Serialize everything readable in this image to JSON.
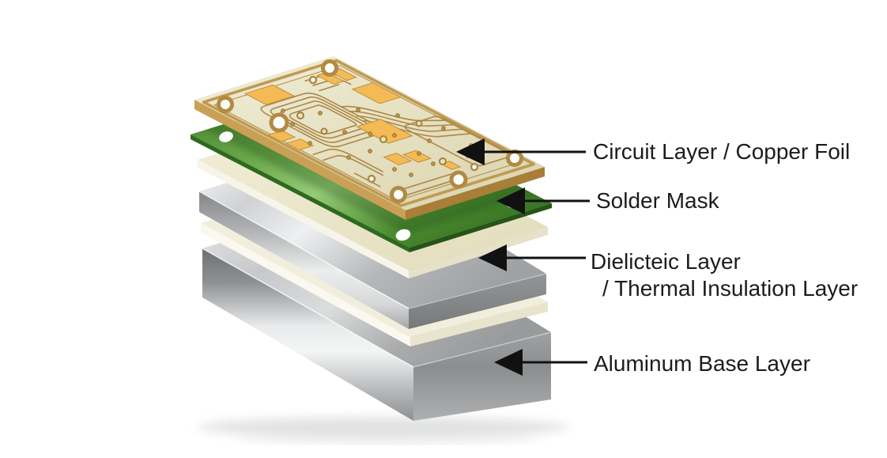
{
  "diagram": {
    "type": "exploded-layer-diagram",
    "background": "#ffffff",
    "annotations": [
      {
        "id": "circuit-layer",
        "label": "Circuit Layer / Copper Foil"
      },
      {
        "id": "solder-mask",
        "label": "Solder Mask"
      },
      {
        "id": "dielectric-layer",
        "label": "Dielicteic Layer",
        "label2": "/ Thermal Insulation Layer"
      },
      {
        "id": "aluminum-base",
        "label": "Aluminum Base Layer"
      }
    ],
    "layers_top_to_bottom": [
      {
        "name": "circuit-board",
        "surface_color": "#e8e4c6",
        "edge_color": "#b58a42",
        "detail": "copper traces, gold pads, plated holes"
      },
      {
        "name": "solder-mask-sheet",
        "surface_color": "#55923a"
      },
      {
        "name": "dielectric-sheet-upper",
        "surface_color": "#ece7cd"
      },
      {
        "name": "metal-plate",
        "surface_color": "#c9cbcd"
      },
      {
        "name": "dielectric-sheet-lower",
        "surface_color": "#f2eedd"
      },
      {
        "name": "aluminum-base-plate",
        "surface_color": "#a9abad"
      }
    ],
    "colors": {
      "label_text": "#1c1c1c",
      "arrow": "#111111",
      "pcb_substrate": "#e8e4c6",
      "copper_trace": "#ad8747",
      "gold_pad": "#f3ba55",
      "board_edge": "#c9a056",
      "solder_mask": "#55923a",
      "dielectric": "#ece7cd",
      "aluminum": "#a9abad",
      "background": "#ffffff"
    }
  }
}
